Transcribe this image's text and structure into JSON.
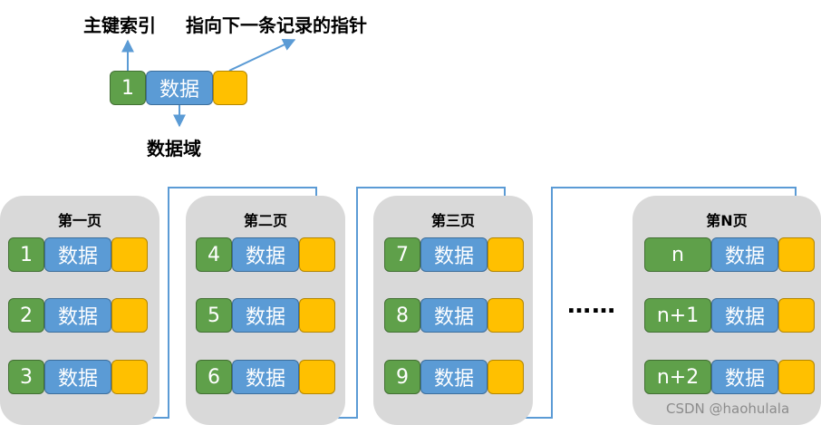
{
  "legend": {
    "primary_key_label": "主键索引",
    "pointer_label": "指向下一条记录的指针",
    "data_field_label": "数据域",
    "record": {
      "id": "1",
      "data": "数据"
    }
  },
  "pages": [
    {
      "title": "第一页",
      "records": [
        {
          "id": "1",
          "data": "数据"
        },
        {
          "id": "2",
          "data": "数据"
        },
        {
          "id": "3",
          "data": "数据"
        }
      ]
    },
    {
      "title": "第二页",
      "records": [
        {
          "id": "4",
          "data": "数据"
        },
        {
          "id": "5",
          "data": "数据"
        },
        {
          "id": "6",
          "data": "数据"
        }
      ]
    },
    {
      "title": "第三页",
      "records": [
        {
          "id": "7",
          "data": "数据"
        },
        {
          "id": "8",
          "data": "数据"
        },
        {
          "id": "9",
          "data": "数据"
        }
      ]
    },
    {
      "title": "第N页",
      "records": [
        {
          "id": "n",
          "data": "数据"
        },
        {
          "id": "n+1",
          "data": "数据"
        },
        {
          "id": "n+2",
          "data": "数据"
        }
      ]
    }
  ],
  "ellipsis": "……",
  "watermark": "CSDN @haohulala",
  "colors": {
    "key": "#5fa04a",
    "data": "#5b9bd5",
    "pointer": "#ffc000",
    "page_background": "#d9d9d9",
    "link_line": "#5b9bd5"
  }
}
